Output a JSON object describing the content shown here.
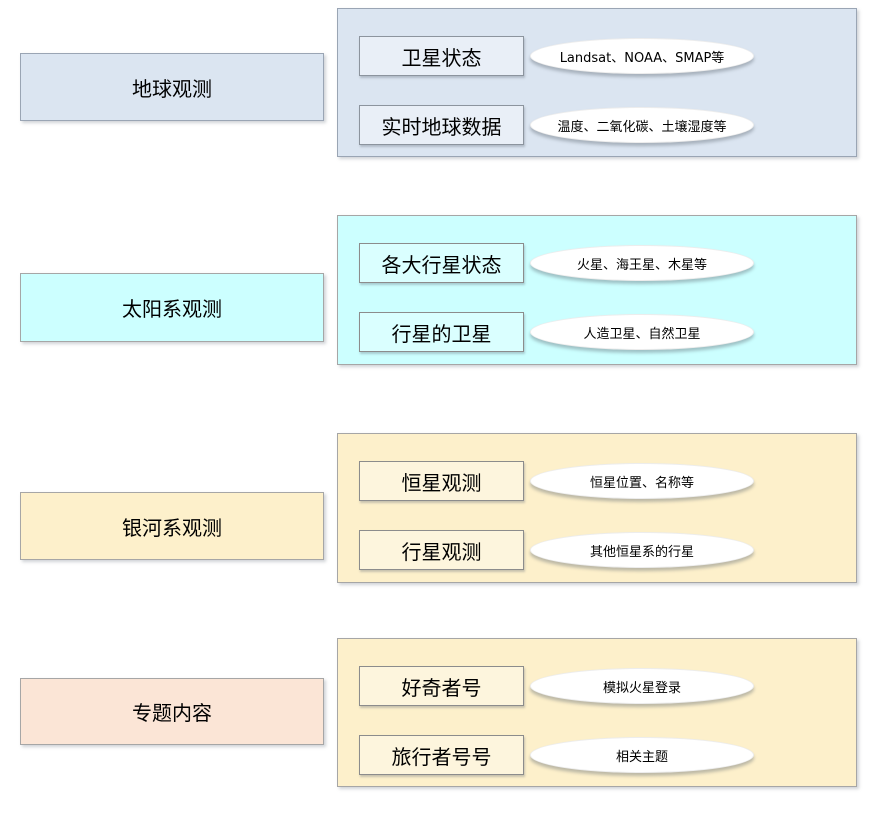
{
  "page": {
    "background": "#ffffff",
    "ellipse_fill": "#ffffff"
  },
  "sections": [
    {
      "name": "earth-observation",
      "label": "地球观测",
      "label_fill": "#dbe5f1",
      "label_border": "#9aa5b4",
      "container_fill": "#dbe5f1",
      "container_border": "#9aa5b4",
      "box_fill": "#e9eff7",
      "box_border": "#8c949e",
      "rows": [
        {
          "box": "卫星状态",
          "ellipse": "Landsat、NOAA、SMAP等"
        },
        {
          "box": "实时地球数据",
          "ellipse": "温度、二氧化碳、土壤湿度等"
        }
      ]
    },
    {
      "name": "solar-system-observation",
      "label": "太阳系观测",
      "label_fill": "#ccffff",
      "label_border": "#a6a6a6",
      "container_fill": "#ccffff",
      "container_border": "#a6a6a6",
      "box_fill": "#daffff",
      "box_border": "#8c8c8c",
      "rows": [
        {
          "box": "各大行星状态",
          "ellipse": "火星、海王星、木星等"
        },
        {
          "box": "行星的卫星",
          "ellipse": "人造卫星、自然卫星"
        }
      ]
    },
    {
      "name": "galaxy-observation",
      "label": "银河系观测",
      "label_fill": "#fdf0cb",
      "label_border": "#a6a6a6",
      "container_fill": "#fdf0cb",
      "container_border": "#a6a6a6",
      "box_fill": "#fdf5dd",
      "box_border": "#8c8c8c",
      "rows": [
        {
          "box": "恒星观测",
          "ellipse": "恒星位置、名称等"
        },
        {
          "box": "行星观测",
          "ellipse": "其他恒星系的行星"
        }
      ]
    },
    {
      "name": "special-topics",
      "label": "专题内容",
      "label_fill": "#fbe5d6",
      "label_border": "#a6a6a6",
      "container_fill": "#fdf0cb",
      "container_border": "#a6a6a6",
      "box_fill": "#fdf5dd",
      "box_border": "#8c8c8c",
      "rows": [
        {
          "box": "好奇者号",
          "ellipse": "模拟火星登录"
        },
        {
          "box": "旅行者号号",
          "ellipse": "相关主题"
        }
      ]
    }
  ]
}
